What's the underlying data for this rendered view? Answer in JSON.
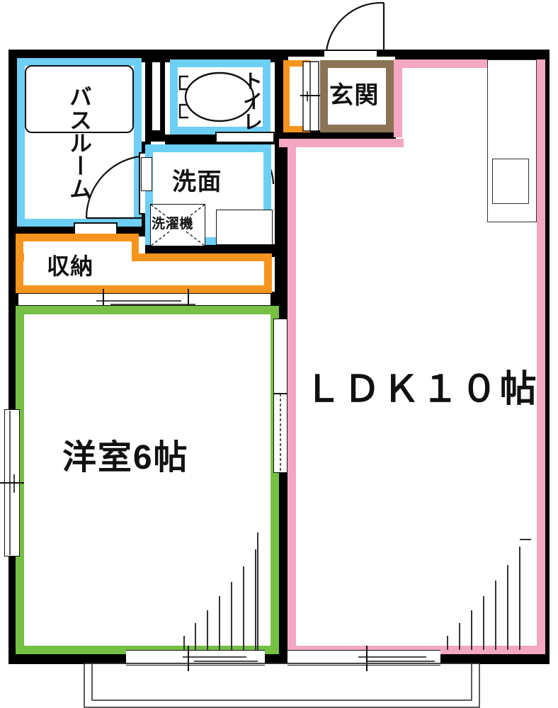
{
  "plan": {
    "title": "apartment-floor-plan",
    "colors": {
      "wall": "#000000",
      "cyan": "#6DCFF6",
      "orange": "#F7941E",
      "green": "#76C043",
      "pink": "#F4A7C3",
      "brown": "#8B7355",
      "line": "#111111",
      "paper": "#FFFFFF"
    },
    "rooms": [
      {
        "id": "bathroom",
        "label": "バスルーム",
        "color": "#6DCFF6",
        "orientation": "vertical"
      },
      {
        "id": "toilet",
        "label": "トイレ",
        "color": "#6DCFF6",
        "orientation": "vertical"
      },
      {
        "id": "washroom",
        "label": "洗面",
        "color": "#6DCFF6",
        "orientation": "horizontal"
      },
      {
        "id": "washer",
        "label": "洗濯機",
        "color": "#FFFFFF",
        "orientation": "horizontal"
      },
      {
        "id": "storage",
        "label": "収納",
        "color": "#F7941E",
        "orientation": "horizontal"
      },
      {
        "id": "entrance",
        "label": "玄関",
        "color": "#8B7355",
        "orientation": "horizontal"
      },
      {
        "id": "shoebox",
        "label": "",
        "color": "#F7941E",
        "orientation": "horizontal"
      },
      {
        "id": "western-room",
        "label": "洋室6帖",
        "color": "#76C043",
        "orientation": "horizontal"
      },
      {
        "id": "ldk",
        "label": "ＬＤＫ１０帖",
        "color": "#F4A7C3",
        "orientation": "horizontal"
      }
    ],
    "fixtures": [
      {
        "id": "bathtub",
        "name": "bathtub"
      },
      {
        "id": "toilet-bowl",
        "name": "toilet-bowl"
      },
      {
        "id": "washer-slot",
        "name": "washing-machine-slot"
      },
      {
        "id": "vanity",
        "name": "vanity-counter"
      },
      {
        "id": "kitchen-counter",
        "name": "kitchen-counter"
      },
      {
        "id": "sink",
        "name": "kitchen-sink"
      },
      {
        "id": "balcony",
        "name": "balcony"
      }
    ],
    "doors": [
      {
        "id": "entrance-door",
        "name": "entrance-swing-door"
      },
      {
        "id": "bathroom-door",
        "name": "bathroom-swing-door"
      },
      {
        "id": "toilet-door",
        "name": "toilet-swing-door"
      }
    ],
    "windows": [
      {
        "id": "west-window",
        "name": "west-wall-window"
      },
      {
        "id": "room-window",
        "name": "western-room-window"
      },
      {
        "id": "ldk-window",
        "name": "ldk-window"
      },
      {
        "id": "bath-window",
        "name": "bath-window"
      }
    ]
  }
}
